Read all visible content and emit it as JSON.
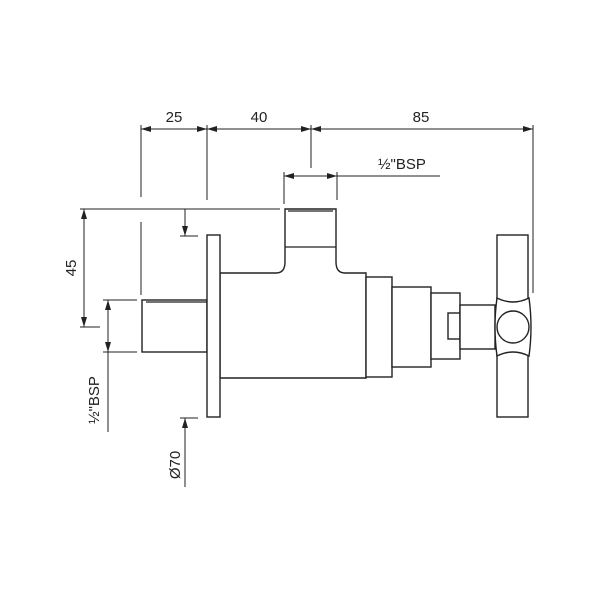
{
  "drawing": {
    "dimensions": {
      "flange_depth": "25",
      "outlet_offset": "40",
      "handle_projection": "85",
      "outlet_thread": "½\"BSP",
      "height": "45",
      "inlet_thread": "½\"BSP",
      "flange_diameter": "Ø70"
    }
  }
}
